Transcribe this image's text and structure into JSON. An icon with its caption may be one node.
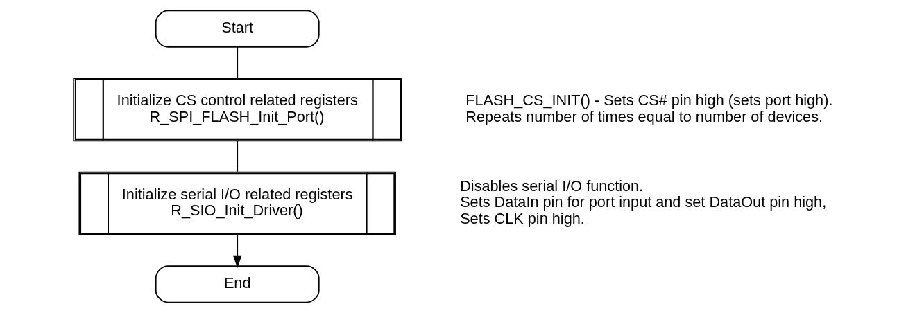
{
  "diagram": {
    "nodes": [
      {
        "text": [
          "Start"
        ]
      },
      {
        "text": [
          "Initialize CS control related registers",
          "R_SPI_FLASH_Init_Port()"
        ],
        "beside": [
          "FLASH_CS_INIT() - Sets CS# pin high (sets port high).",
          "Repeats number of times equal to number of devices."
        ]
      },
      {
        "text": [
          "Initialize serial I/O related registers",
          "R_SIO_Init_Driver()"
        ],
        "beside": [
          "Disables serial I/O function.",
          "Sets DataIn pin for port input and set DataOut pin high,",
          "Sets CLK pin high."
        ]
      },
      {
        "text": [
          "End"
        ]
      }
    ],
    "edges": [
      {
        "from": 0,
        "to": 1,
        "arrow": "none"
      },
      {
        "from": 1,
        "to": 2,
        "arrow": "none"
      },
      {
        "from": 2,
        "to": 3,
        "arrow": "to"
      }
    ]
  }
}
